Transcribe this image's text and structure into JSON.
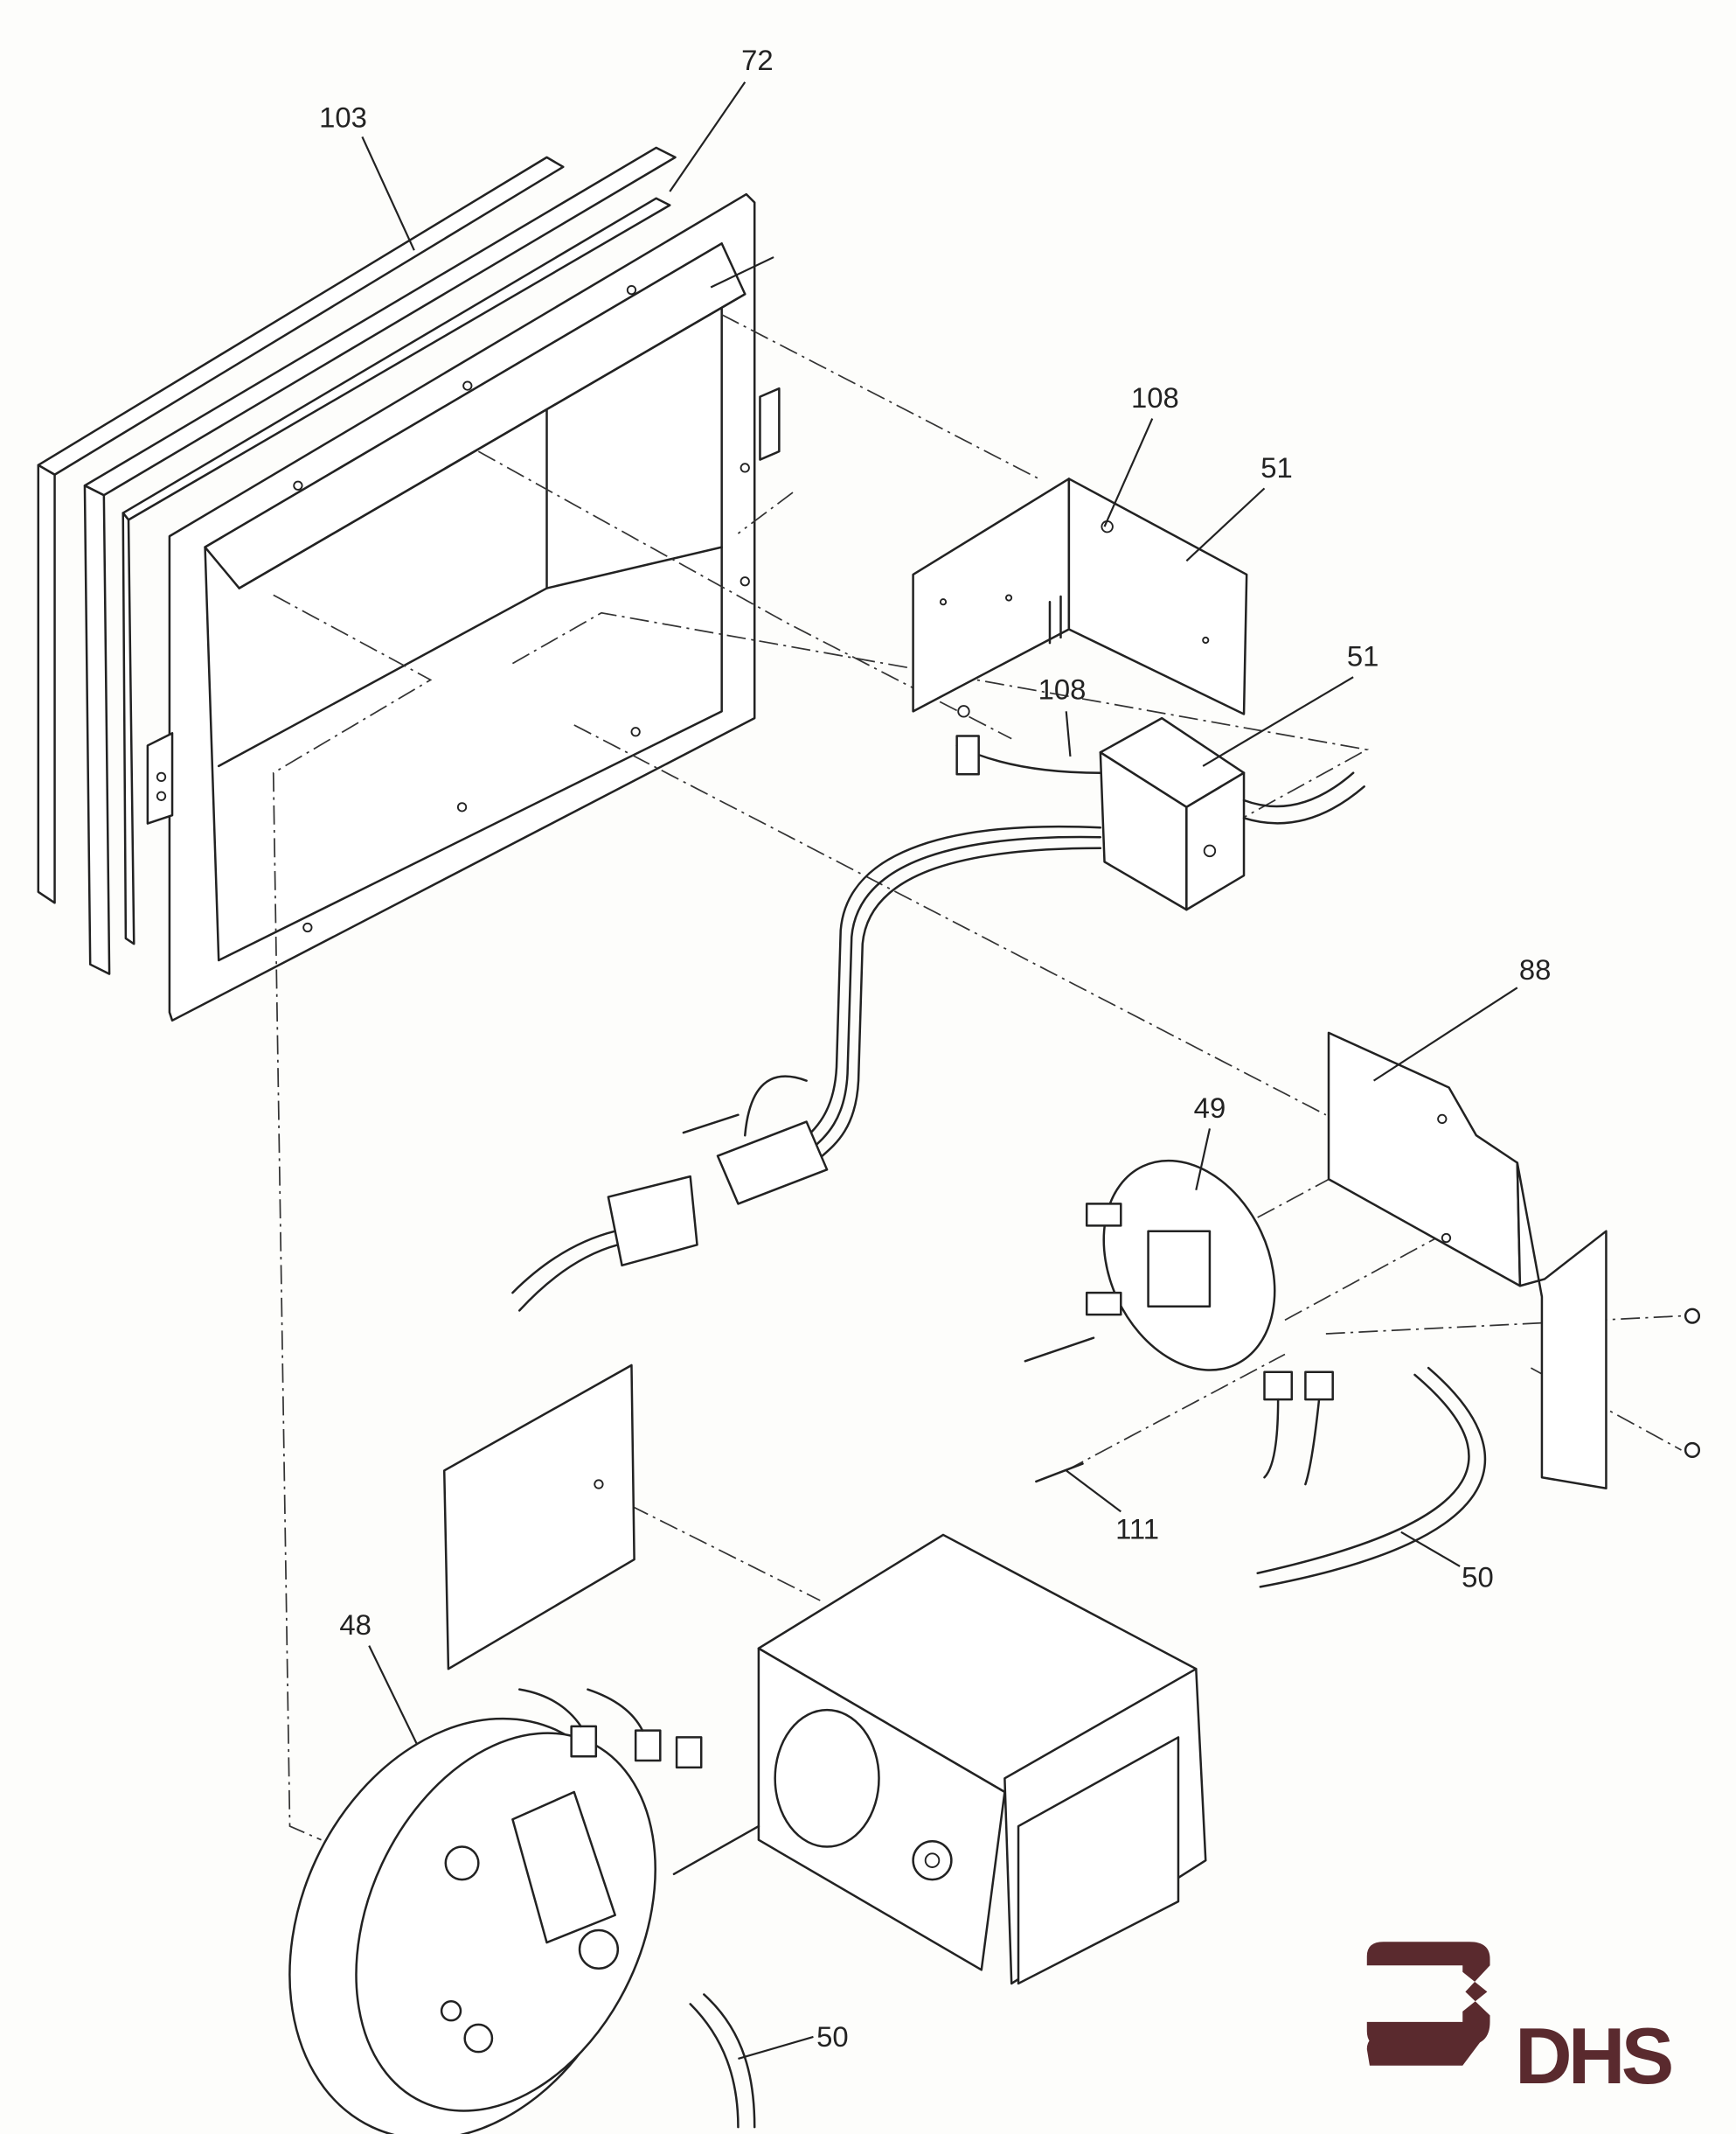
{
  "diagram": {
    "type": "exploded parts diagram",
    "part_labels": [
      {
        "id": "p103",
        "text": "103"
      },
      {
        "id": "p72",
        "text": "72"
      },
      {
        "id": "p108a",
        "text": "108"
      },
      {
        "id": "p51a",
        "text": "51"
      },
      {
        "id": "p108b",
        "text": "108"
      },
      {
        "id": "p51b",
        "text": "51"
      },
      {
        "id": "p88",
        "text": "88"
      },
      {
        "id": "p49",
        "text": "49"
      },
      {
        "id": "p111",
        "text": "111"
      },
      {
        "id": "p50a",
        "text": "50"
      },
      {
        "id": "p48",
        "text": "48"
      },
      {
        "id": "p50b",
        "text": "50"
      }
    ]
  },
  "logo": {
    "text": "DHS",
    "color": "#5a2a2e"
  },
  "colors": {
    "line": "#222222",
    "background": "#fdfdfb"
  }
}
